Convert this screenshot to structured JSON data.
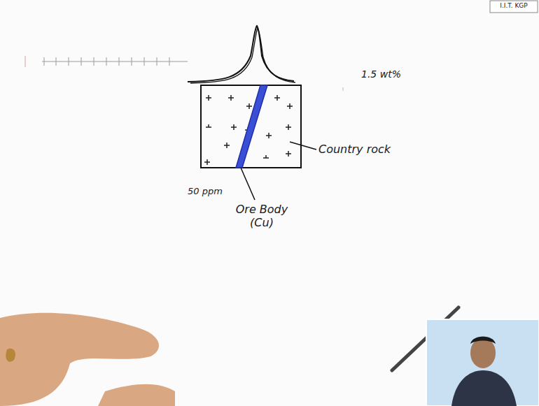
{
  "diagram": {
    "labels": [
      "1.5 wt%",
      "Country rock",
      "50 ppm",
      "Ore Body (Cu)",
      "I.I.T. KGP"
    ]
  }
}
